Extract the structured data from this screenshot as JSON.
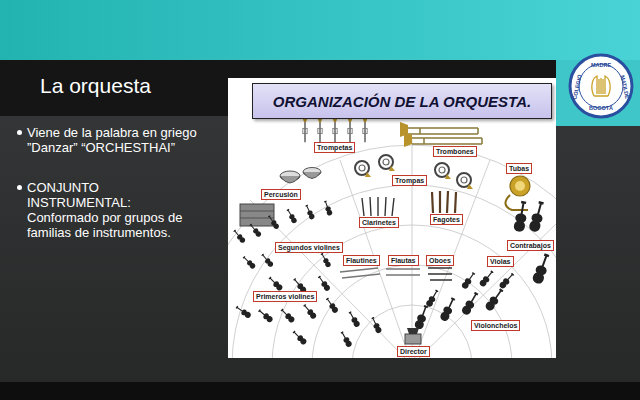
{
  "diagram": {
    "title": "La orquesta",
    "nodes": [
      {
        "text": [
          "ORGANIZACIÓN DE LA ORQUESTA."
        ]
      },
      {
        "text": [
          "Trompetas"
        ]
      },
      {
        "text": [
          "Trombones"
        ]
      },
      {
        "text": [
          "Tubas"
        ]
      },
      {
        "text": [
          "Trompas"
        ]
      },
      {
        "text": [
          "Percusión"
        ]
      },
      {
        "text": [
          "Clarinetes"
        ]
      },
      {
        "text": [
          "Fagotes"
        ]
      },
      {
        "text": [
          "Segundos violines"
        ]
      },
      {
        "text": [
          "Flautines"
        ]
      },
      {
        "text": [
          "Flautas"
        ]
      },
      {
        "text": [
          "Oboes"
        ]
      },
      {
        "text": [
          "Violas"
        ]
      },
      {
        "text": [
          "Contrabajos"
        ]
      },
      {
        "text": [
          "Primeros violines"
        ]
      },
      {
        "text": [
          "Violonchelos"
        ]
      },
      {
        "text": [
          "Director"
        ]
      }
    ],
    "labels": [
      "Viene de la palabra en griego ”Danzar” “ORCHESTHAI”",
      "CONJUNTO INSTRUMENTAL: Conformado por grupos de familias de instrumentos.",
      "MADRE",
      "COLEGIO",
      "MATILDE",
      "BOGOTÁ"
    ]
  }
}
